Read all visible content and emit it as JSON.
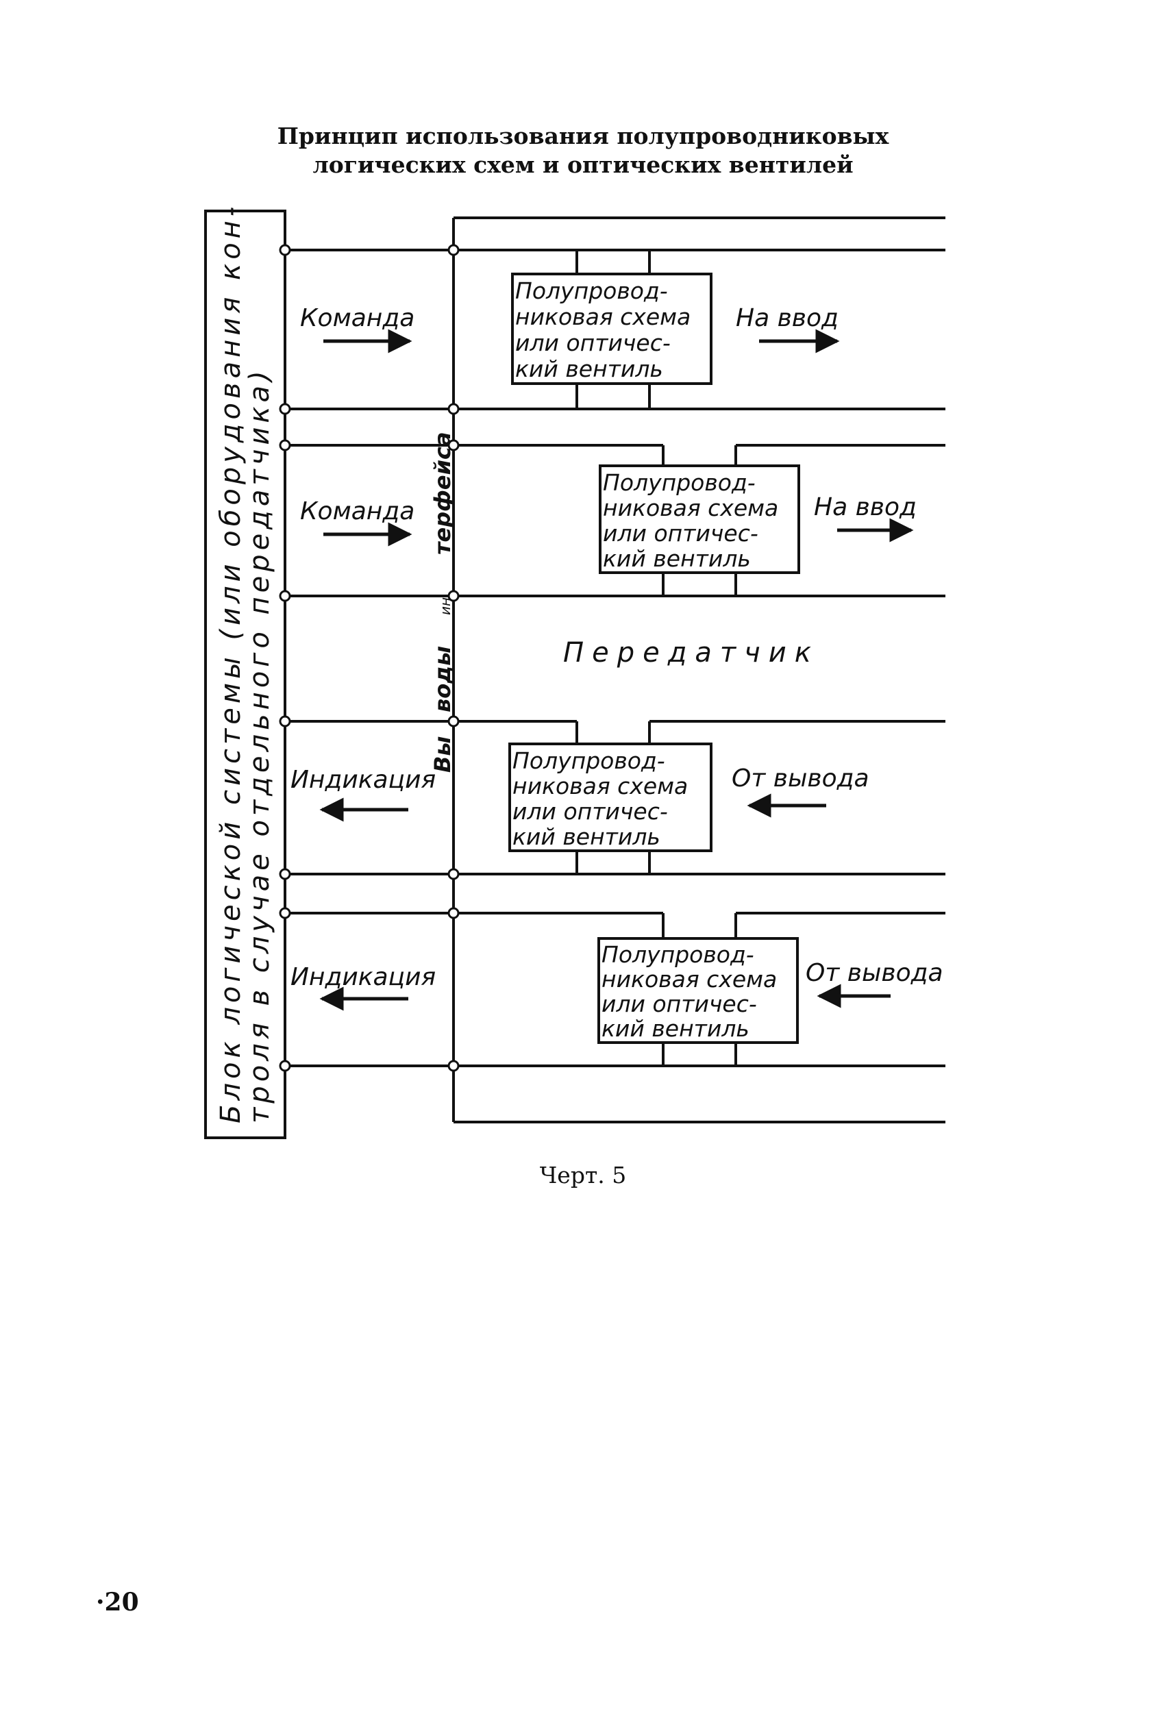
{
  "title_line1": "Принцип использования полупроводниковых",
  "title_line2": "логических схем и оптических вентилей",
  "side_block": {
    "line1": "Блок логической системы (или оборудования кон-",
    "line2": "троля в случае отдельного передатчика)"
  },
  "bus_label": {
    "part1": "Вы",
    "part2": "воды",
    "part3": "ин",
    "part4": "терфейса"
  },
  "transmitter_label": "Передатчик",
  "gate_lines": [
    "Полупровод-",
    "никовая схема",
    "или оптичес-",
    "кий вентиль"
  ],
  "rows": [
    {
      "left": "Команда",
      "right": "На ввод",
      "direction": "right"
    },
    {
      "left": "Команда",
      "right": "На ввод",
      "direction": "right"
    },
    {
      "left": "Индикация",
      "right": "От вывода",
      "direction": "left"
    },
    {
      "left": "Индикация",
      "right": "От вывода",
      "direction": "left"
    }
  ],
  "caption": "Черт. 5",
  "page_number": "·20"
}
